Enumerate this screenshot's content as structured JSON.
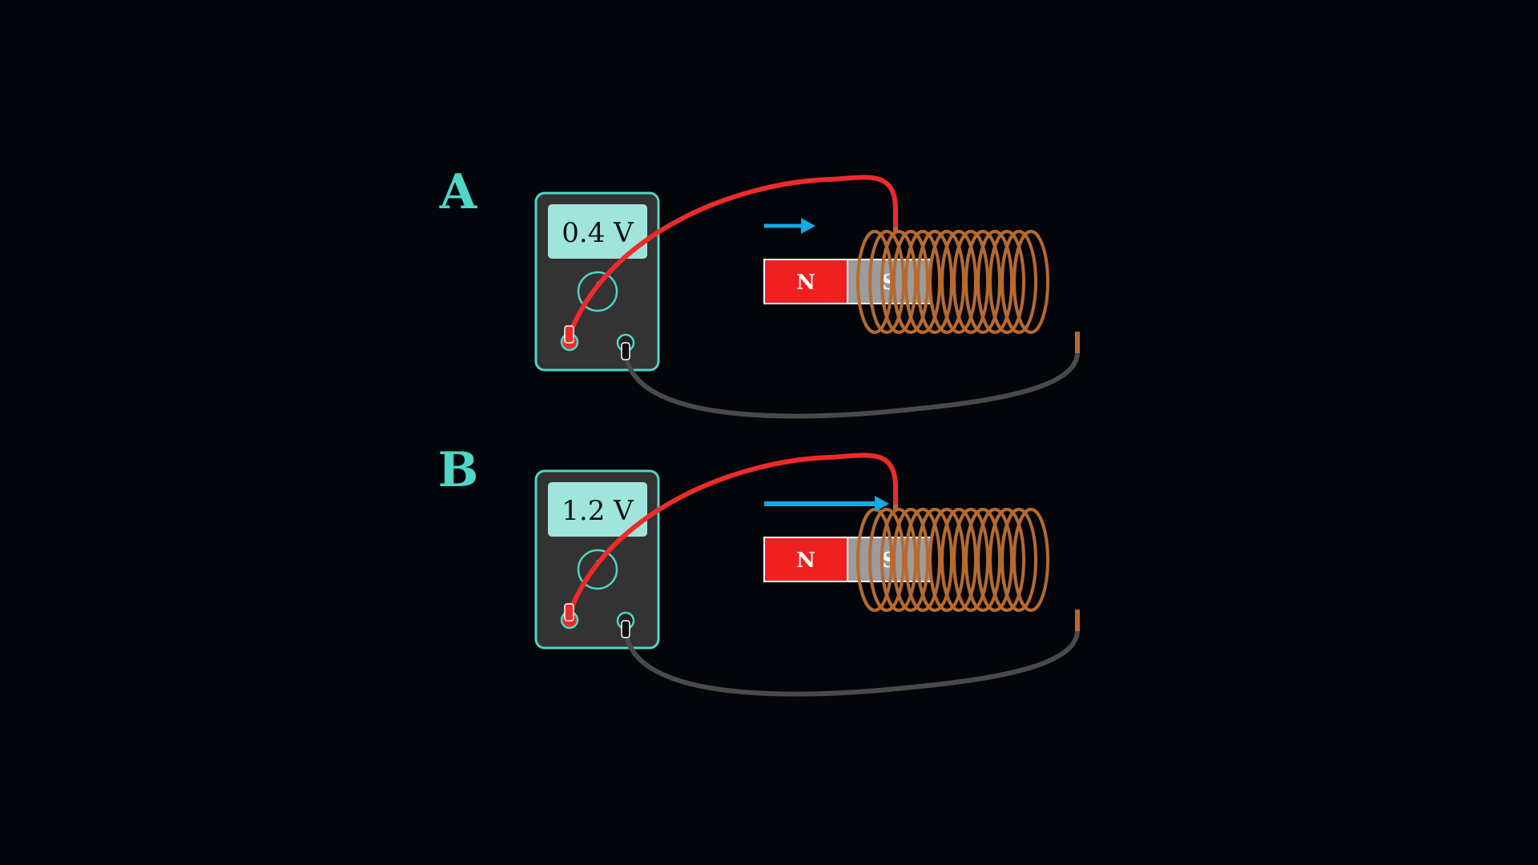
{
  "colors": {
    "background": "#02060b",
    "accent": "#4fd6c6",
    "meter_body": "#333333",
    "meter_display": "#9fe5dc",
    "red_wire": "#ee2a2a",
    "black_wire": "#4a4a4a",
    "copper": "#b8692e",
    "coil_inner": "#6aa9b0",
    "north_pole": "#ee2020",
    "south_pole": "#9c9c9c",
    "motion_arrow": "#12a9e6"
  },
  "panels": [
    {
      "label": "A",
      "meter_reading": "0.4 V",
      "north_label": "N",
      "south_label": "S",
      "relative_speed": 1
    },
    {
      "label": "B",
      "meter_reading": "1.2 V",
      "north_label": "N",
      "south_label": "S",
      "relative_speed": 3
    }
  ]
}
